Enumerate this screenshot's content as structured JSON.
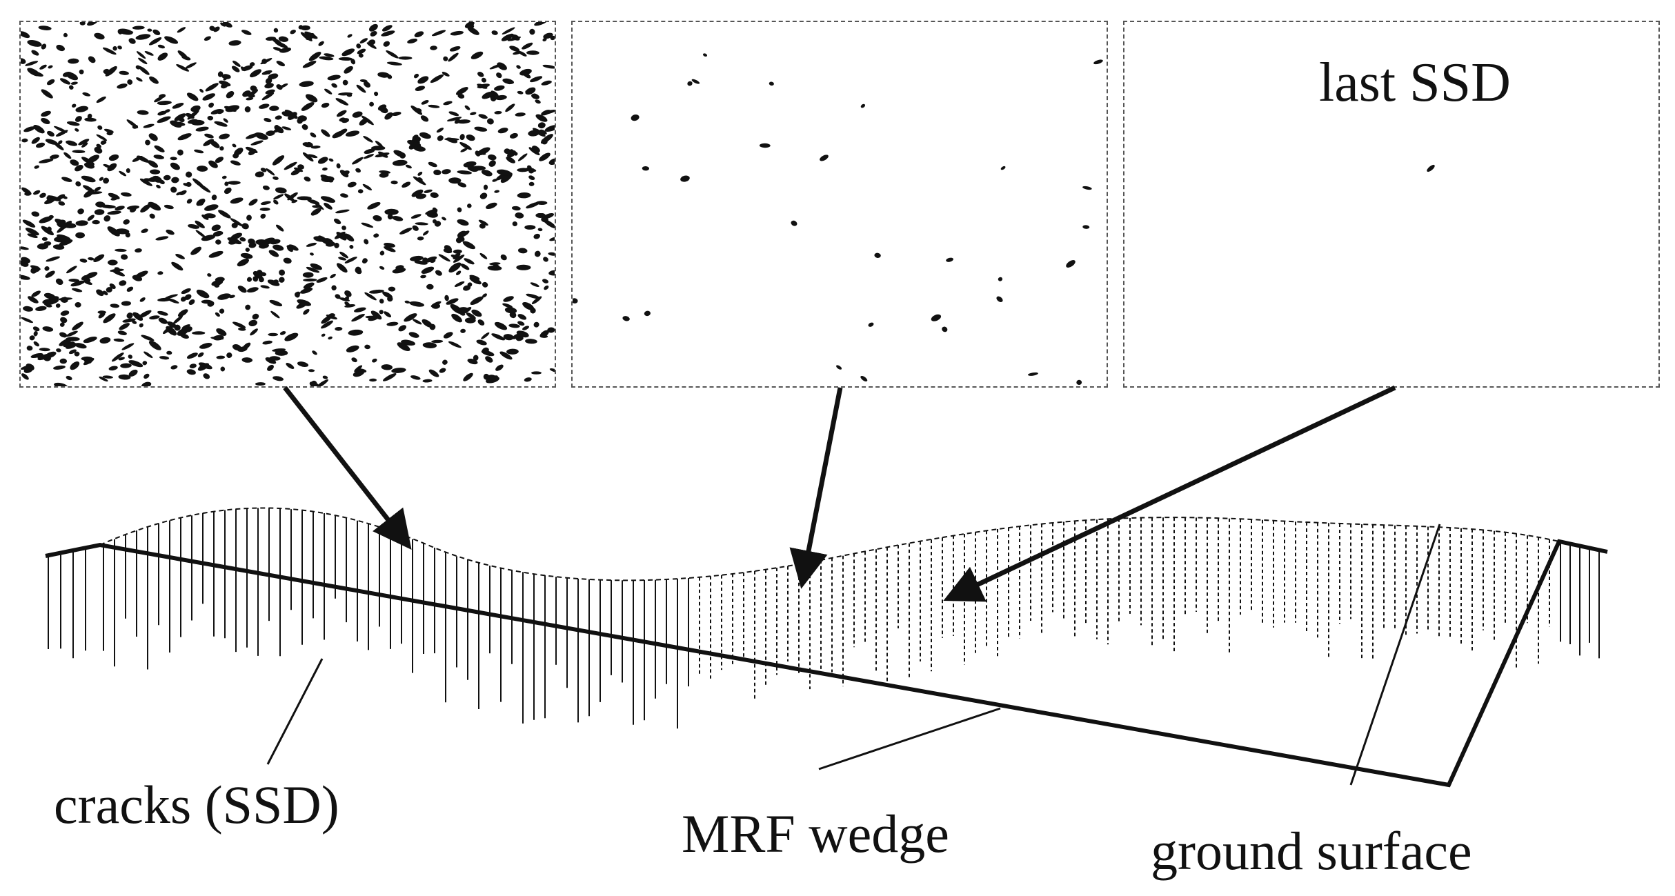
{
  "labels": {
    "last_ssd": "last SSD",
    "cracks": "cracks (SSD)",
    "mrf_wedge": "MRF wedge",
    "ground_surface": "ground surface"
  },
  "colors": {
    "ink": "#111111",
    "panel_border": "#555555",
    "background": "#ffffff"
  },
  "panels": [
    {
      "name": "dense-cracks-panel",
      "crack_density": "high"
    },
    {
      "name": "sparse-cracks-panel",
      "crack_density": "low"
    },
    {
      "name": "last-ssd-panel",
      "crack_density": "single"
    }
  ]
}
